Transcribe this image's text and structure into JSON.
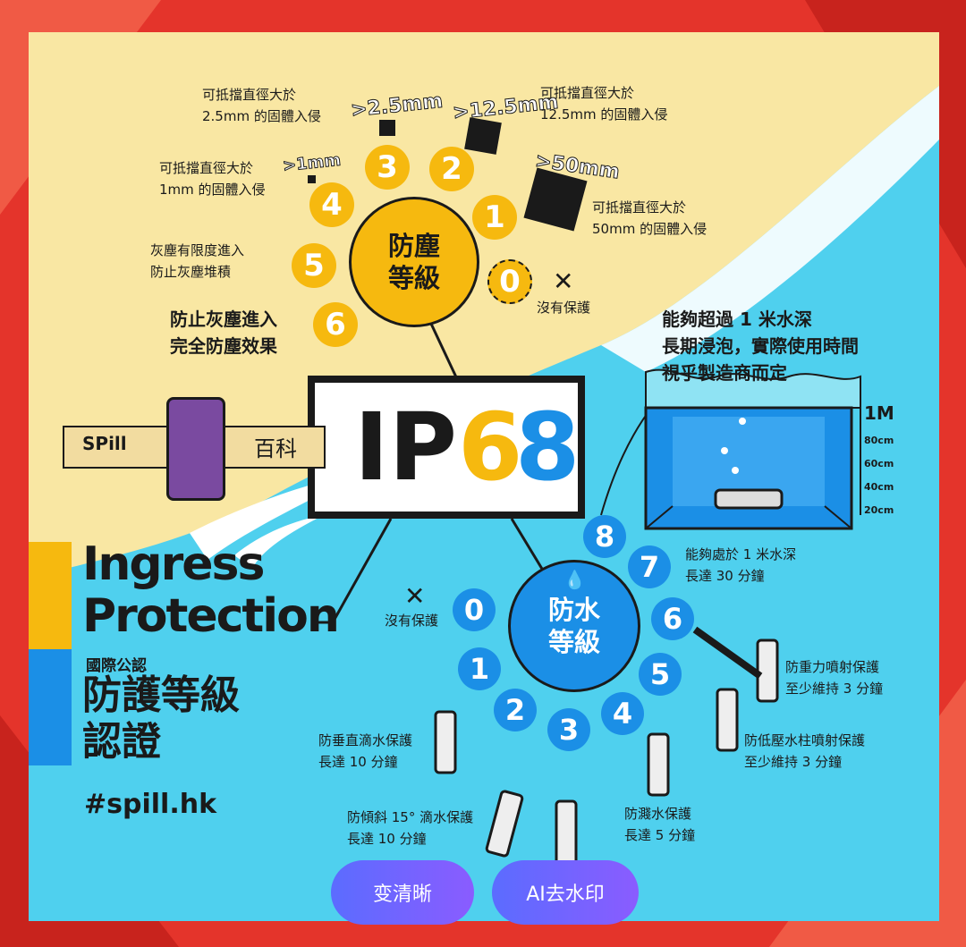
{
  "colors": {
    "yellow": "#f6b90f",
    "blue": "#1b8fe6",
    "sky": "#4fd0ee",
    "cream": "#f9e7a3",
    "frame": "#e4342b",
    "button": "#6c63ff"
  },
  "dust": {
    "title_line1": "防塵",
    "title_line2": "等級",
    "levels": [
      "0",
      "1",
      "2",
      "3",
      "4",
      "5",
      "6"
    ],
    "size_labels": {
      "l1": ">50mm",
      "l2": ">12.5mm",
      "l3": ">2.5mm",
      "l4": ">1mm"
    },
    "desc": {
      "l0": "沒有保護",
      "l1_line1": "可抵擋直徑大於",
      "l1_line2": "50mm 的固體入侵",
      "l2_line1": "可抵擋直徑大於",
      "l2_line2": "12.5mm 的固體入侵",
      "l3_line1": "可抵擋直徑大於",
      "l3_line2": "2.5mm 的固體入侵",
      "l4_line1": "可抵擋直徑大於",
      "l4_line2": "1mm 的固體入侵",
      "l5_line1": "灰塵有限度進入",
      "l5_line2": "防止灰塵堆積",
      "l6_line1": "防止灰塵進入",
      "l6_line2": "完全防塵效果"
    }
  },
  "water": {
    "title_line1": "防水",
    "title_line2": "等級",
    "levels": [
      "0",
      "1",
      "2",
      "3",
      "4",
      "5",
      "6",
      "7",
      "8"
    ],
    "desc": {
      "l0": "沒有保護",
      "l1_line1": "防垂直滴水保護",
      "l1_line2": "長達 10 分鐘",
      "l2_line1": "防傾斜 15° 滴水保護",
      "l2_line2": "長達 10 分鐘",
      "l4_line1": "防濺水保護",
      "l4_line2": "長達 5 分鐘",
      "l5_line1": "防低壓水柱噴射保護",
      "l5_line2": "至少維持 3 分鐘",
      "l6_line1": "防重力噴射保護",
      "l6_line2": "至少維持 3 分鐘",
      "l7_line1": "能夠處於 1 米水深",
      "l7_line2": "長達 30 分鐘",
      "l8_line1": "能夠超過 1 米水深",
      "l8_line2": "長期浸泡，實際使用時間",
      "l8_line3": "視乎製造商而定"
    }
  },
  "depth": {
    "top": "1M",
    "marks": [
      "80cm",
      "60cm",
      "40cm",
      "20cm"
    ]
  },
  "ip": {
    "prefix": "IP",
    "dust_digit": "6",
    "water_digit": "8"
  },
  "brand": {
    "logo_text": "SPill",
    "tag": "百科",
    "hashtag": "#spill.hk"
  },
  "title": {
    "line1": "Ingress",
    "line2": "Protection",
    "sub": "國際公認",
    "big1": "防護等級",
    "big2": "認證"
  },
  "buttons": {
    "enhance": "变清晰",
    "remove_watermark": "AI去水印"
  }
}
